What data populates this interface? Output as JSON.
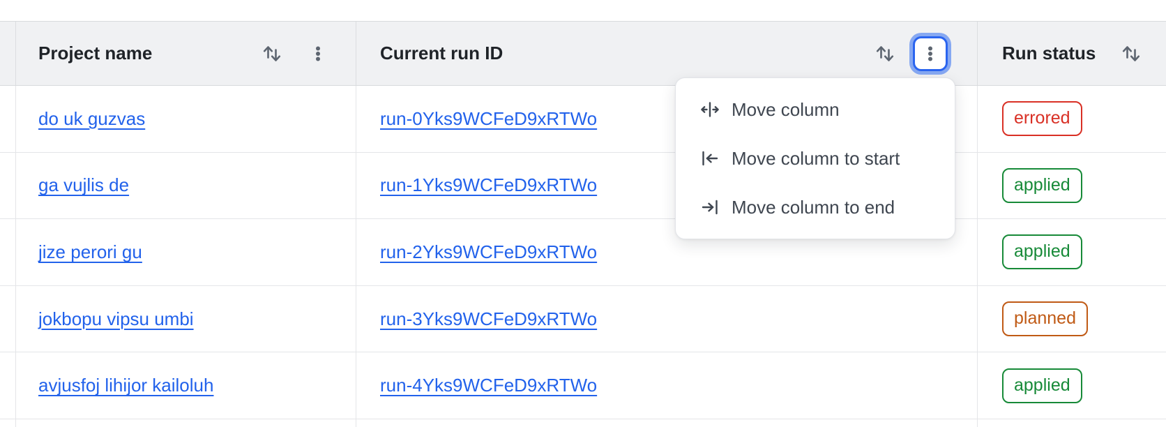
{
  "header": {
    "columns": [
      {
        "label": "Project name"
      },
      {
        "label": "Current run ID"
      },
      {
        "label": "Run status"
      }
    ]
  },
  "rows": [
    {
      "project": "do uk guzvas",
      "run_id": "run-0Yks9WCFeD9xRTWo",
      "status": "errored"
    },
    {
      "project": "ga vujlis de",
      "run_id": "run-1Yks9WCFeD9xRTWo",
      "status": "applied"
    },
    {
      "project": "jize perori gu",
      "run_id": "run-2Yks9WCFeD9xRTWo",
      "status": "applied"
    },
    {
      "project": "jokbopu vipsu umbi",
      "run_id": "run-3Yks9WCFeD9xRTWo",
      "status": "planned"
    },
    {
      "project": "avjusfoj lihijor kailoluh",
      "run_id": "run-4Yks9WCFeD9xRTWo",
      "status": "applied"
    }
  ],
  "menu": {
    "items": [
      {
        "label": "Move column",
        "icon": "move-column-icon"
      },
      {
        "label": "Move column to start",
        "icon": "move-column-start-icon"
      },
      {
        "label": "Move column to end",
        "icon": "move-column-end-icon"
      }
    ]
  },
  "icons": {
    "sort": "sort-arrows-icon",
    "column_menu": "kebab-menu-icon"
  },
  "colors": {
    "link": "#2262eb",
    "header_bg": "#f0f1f3",
    "status_errored": "#d93025",
    "status_applied": "#178a38",
    "status_planned": "#c05a15",
    "focus_ring": "#2a64ef"
  }
}
